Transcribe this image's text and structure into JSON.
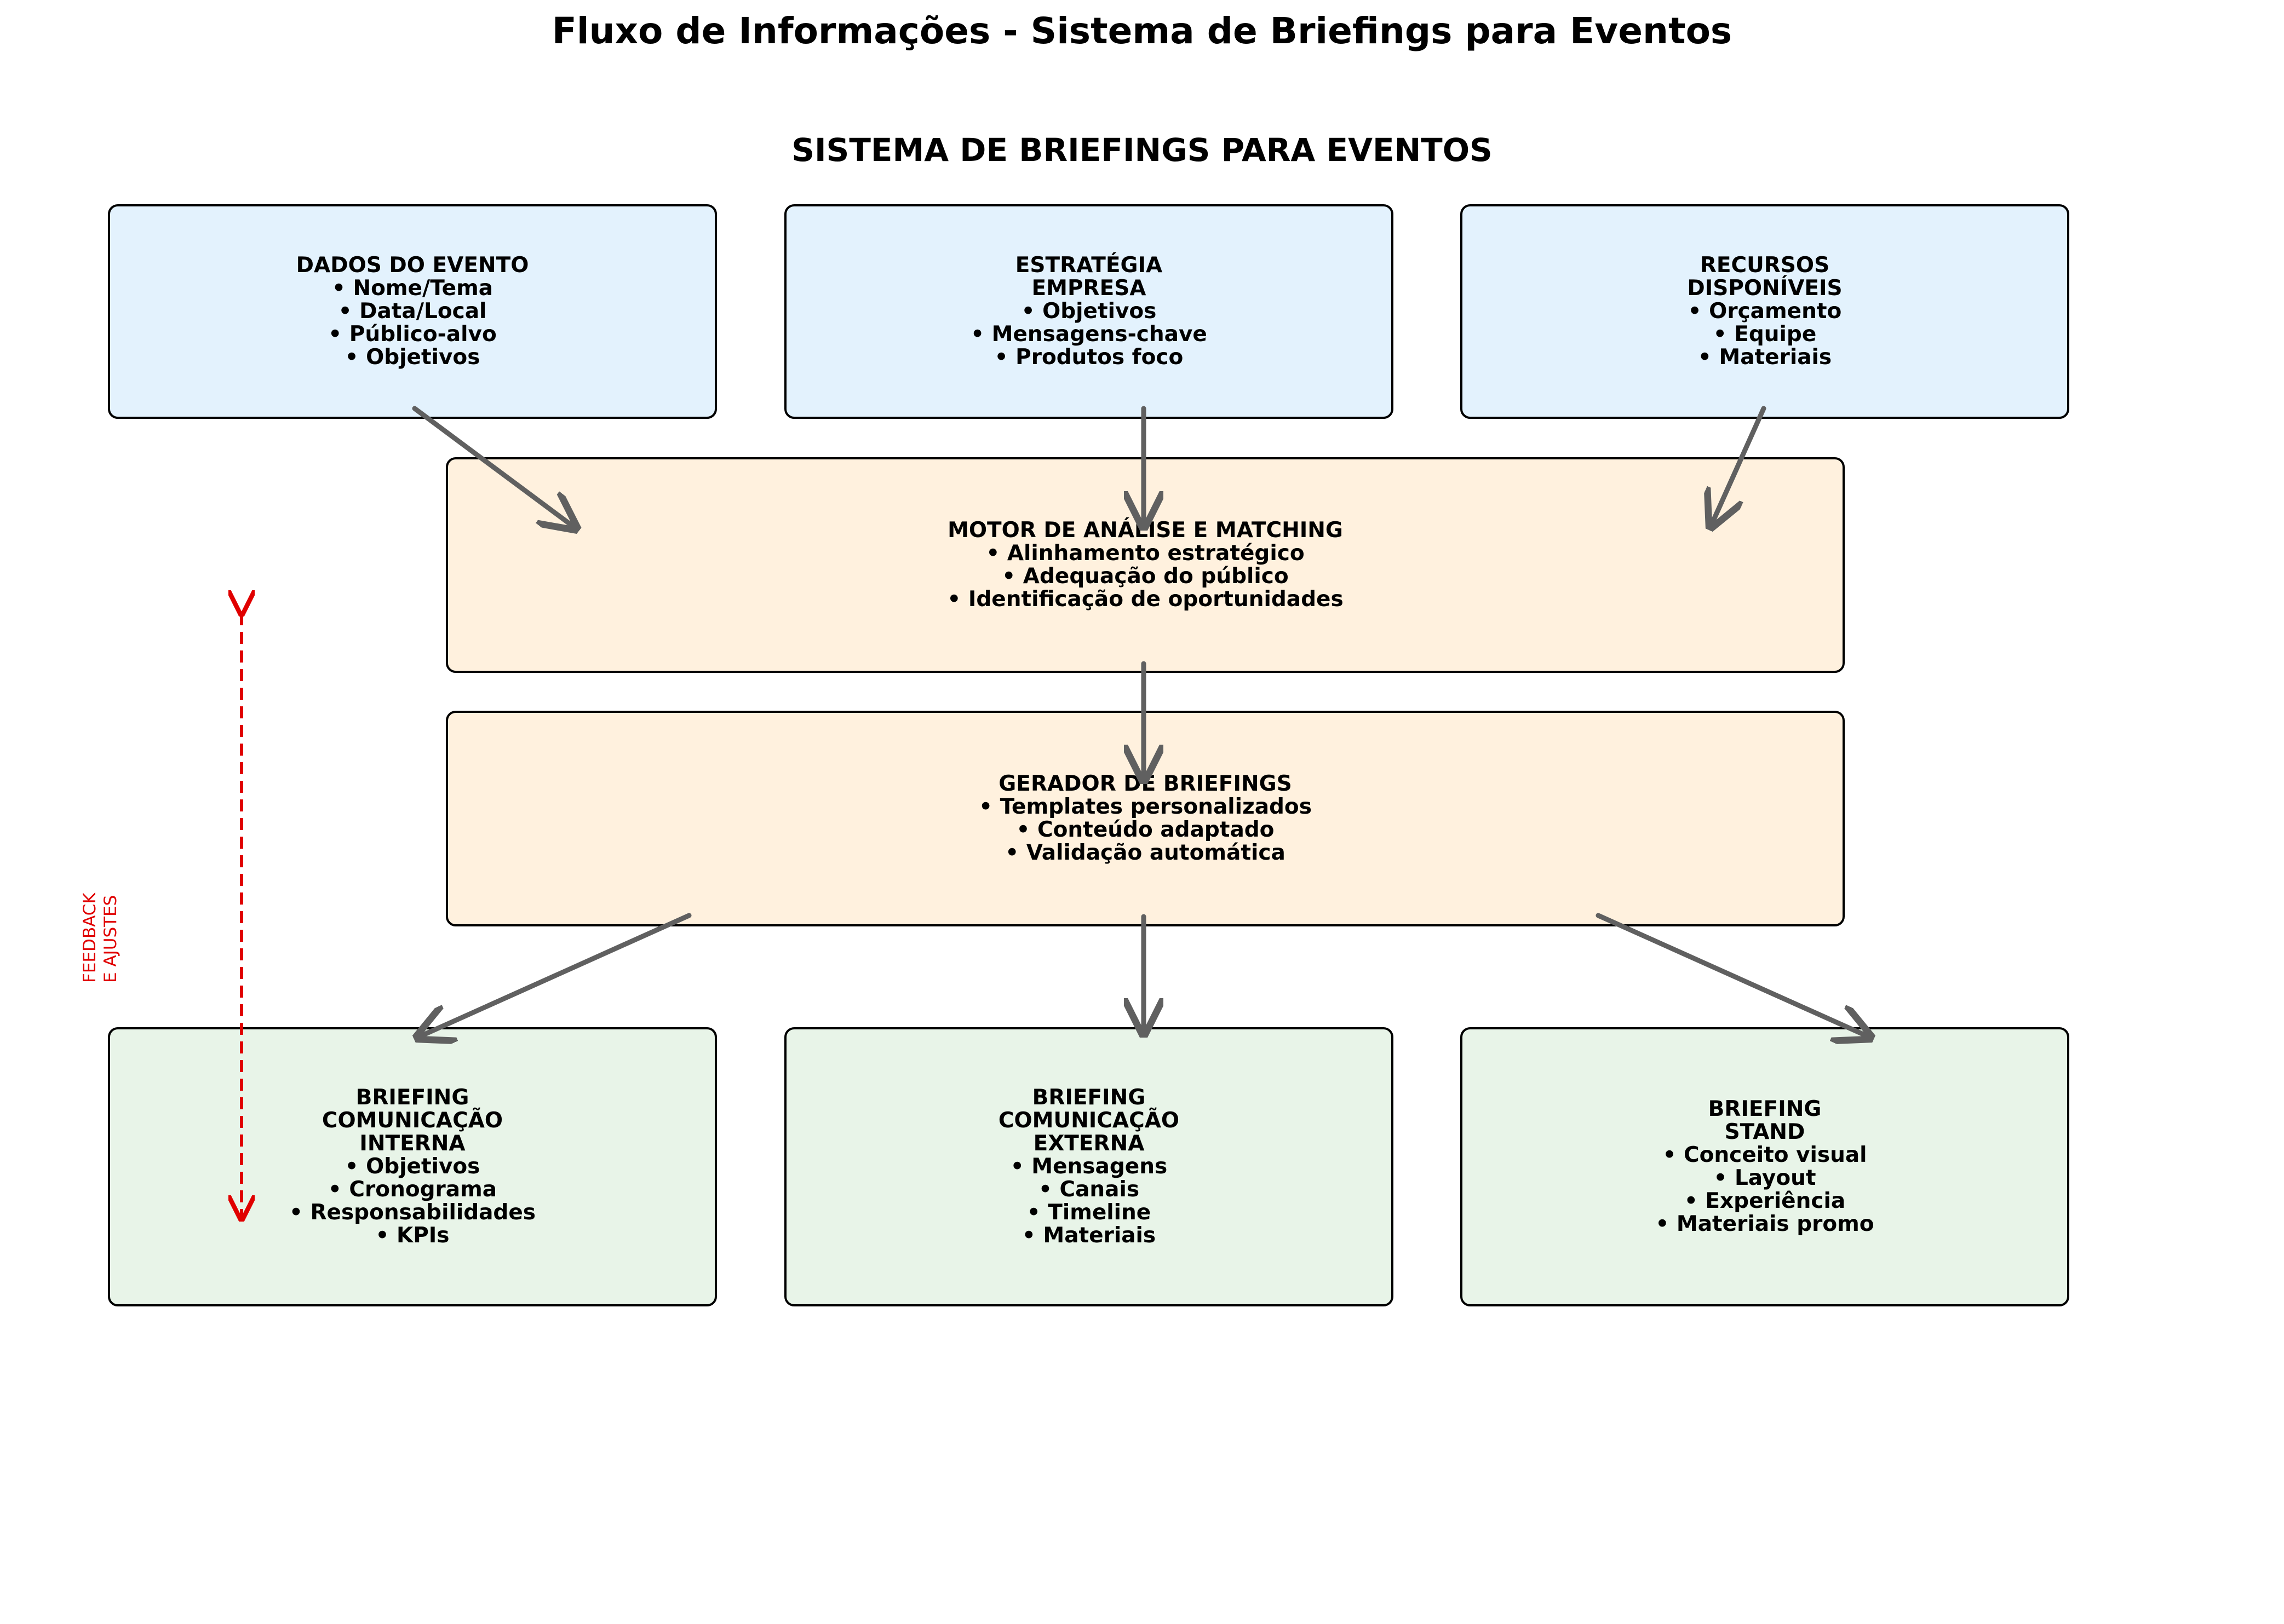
{
  "title": "Fluxo de Informações - Sistema de Briefings para Eventos",
  "subtitle": "SISTEMA DE BRIEFINGS PARA EVENTOS",
  "colors": {
    "input_fill": "#e3f2fd",
    "process_fill": "#fff1de",
    "output_fill": "#e8f4e8",
    "arrow": "#606060",
    "feedback": "#e00000"
  },
  "inputs": [
    {
      "lines": [
        "DADOS DO EVENTO",
        "• Nome/Tema",
        "• Data/Local",
        "• Público-alvo",
        "• Objetivos"
      ]
    },
    {
      "lines": [
        "ESTRATÉGIA",
        "EMPRESA",
        "• Objetivos",
        "• Mensagens-chave",
        "• Produtos foco"
      ]
    },
    {
      "lines": [
        "RECURSOS",
        "DISPONÍVEIS",
        "• Orçamento",
        "• Equipe",
        "• Materiais"
      ]
    }
  ],
  "processes": [
    {
      "lines": [
        "MOTOR DE ANÁLISE E MATCHING",
        "• Alinhamento estratégico",
        "• Adequação do público",
        "• Identificação de oportunidades"
      ]
    },
    {
      "lines": [
        "GERADOR DE BRIEFINGS",
        "• Templates personalizados",
        "• Conteúdo adaptado",
        "• Validação automática"
      ]
    }
  ],
  "outputs": [
    {
      "lines": [
        "BRIEFING",
        "COMUNICAÇÃO",
        "INTERNA",
        "• Objetivos",
        "• Cronograma",
        "• Responsabilidades",
        "• KPIs"
      ]
    },
    {
      "lines": [
        "BRIEFING",
        "COMUNICAÇÃO",
        "EXTERNA",
        "• Mensagens",
        "• Canais",
        "• Timeline",
        "• Materiais"
      ]
    },
    {
      "lines": [
        "BRIEFING",
        "STAND",
        "• Conceito visual",
        "• Layout",
        "• Experiência",
        "• Materiais promo"
      ]
    }
  ],
  "feedback": {
    "lines": [
      "FEEDBACK",
      "E AJUSTES"
    ]
  }
}
